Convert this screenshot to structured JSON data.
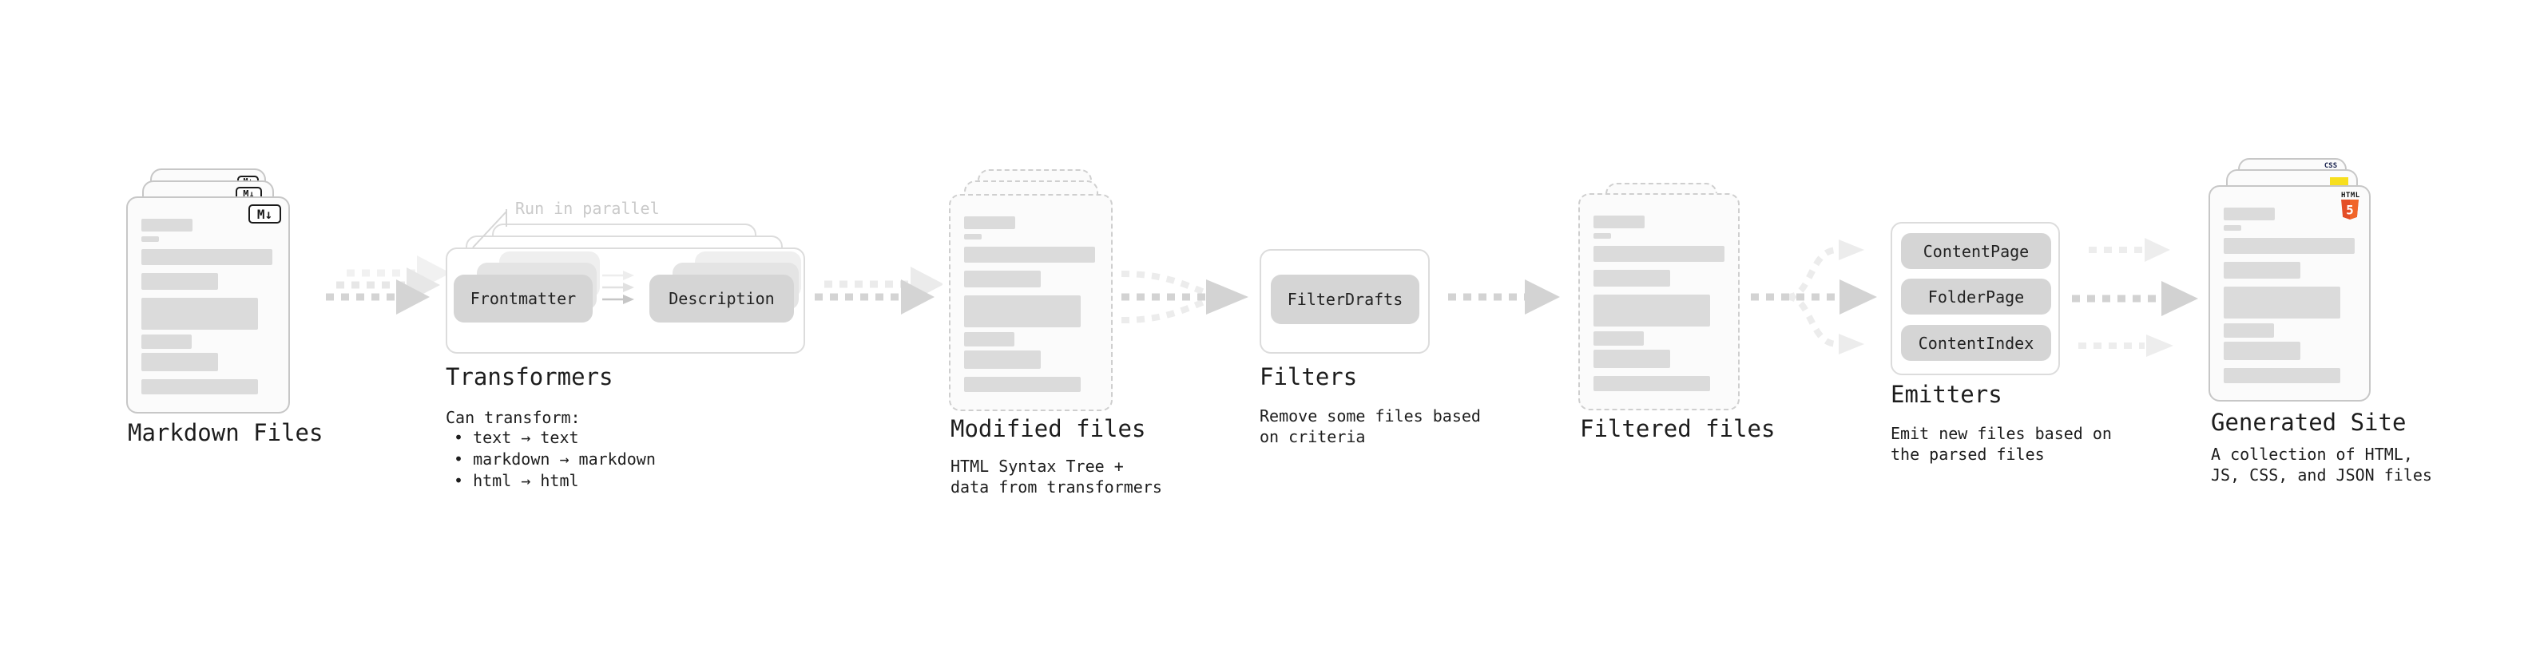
{
  "stages": {
    "markdown": {
      "label": "Markdown Files",
      "badge": "M↓"
    },
    "transformers": {
      "label": "Transformers",
      "note": "Run in parallel",
      "chip_frontmatter": "Frontmatter",
      "chip_description": "Description",
      "caption_title": "Can transform:",
      "bullets": "• text → text\n• markdown → markdown\n• html → html"
    },
    "modified": {
      "label": "Modified files",
      "caption": "HTML Syntax Tree +\ndata from transformers"
    },
    "filters": {
      "label": "Filters",
      "chip": "FilterDrafts",
      "caption": "Remove some files based\non criteria"
    },
    "filtered": {
      "label": "Filtered files"
    },
    "emitters": {
      "label": "Emitters",
      "chips": [
        "ContentPage",
        "FolderPage",
        "ContentIndex"
      ],
      "caption": "Emit new files based on\nthe parsed files"
    },
    "generated": {
      "label": "Generated Site",
      "caption": "A collection of HTML,\nJS, CSS, and JSON files",
      "badge_css": "CSS",
      "badge_html_label": "HTML",
      "badge_html_number": "5"
    }
  },
  "colors": {
    "ink": "#1d1d1d",
    "faint_note": "#c9c9c9",
    "card_border": "#c7c7c7",
    "bar_gray": "#dbdbdb",
    "chip_gray": "#d5d5d5",
    "arrow_gray": "#d4d4d4",
    "html5_orange": "#e44d26",
    "html5_orange_light": "#f16529",
    "js_yellow": "#f7df1e",
    "css_blue": "#2965f1"
  }
}
